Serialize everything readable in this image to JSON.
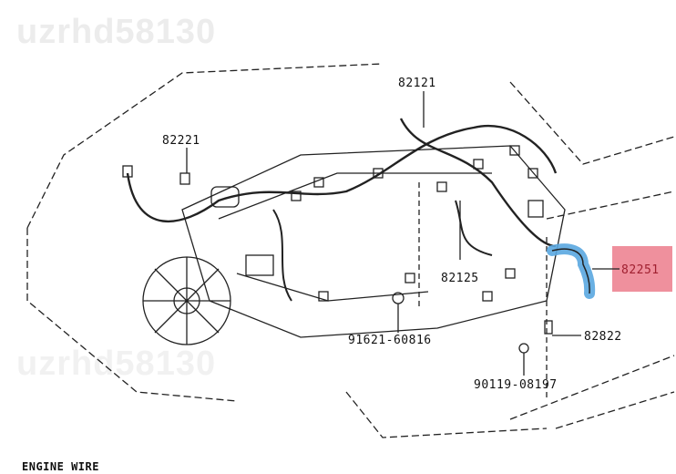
{
  "watermark": "uzrhd58130",
  "caption": "ENGINE WIRE",
  "part_labels": {
    "p82121": "82121",
    "p82221": "82221",
    "p82125": "82125",
    "p82251": "82251",
    "p91621": "91621-60816",
    "p82822": "82822",
    "p90119": "90119-08197"
  },
  "highlight_colors": {
    "part": "#5aa7e0",
    "label": "#ec7d8c"
  }
}
